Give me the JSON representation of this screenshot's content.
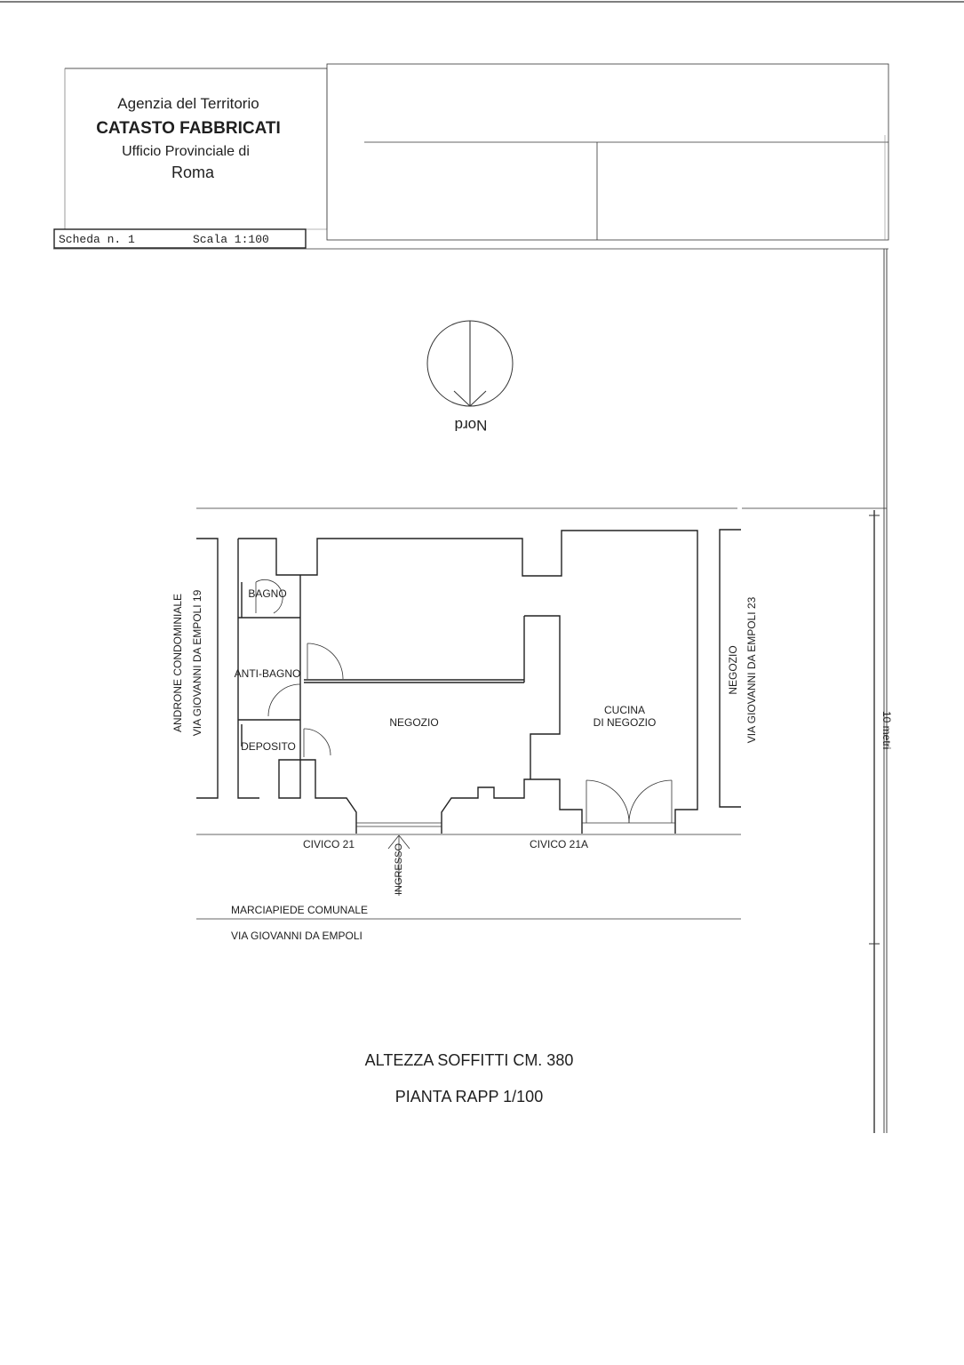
{
  "header": {
    "agency": "Agenzia del Territorio",
    "catasto": "CATASTO FABBRICATI",
    "office": "Ufficio Provinciale di",
    "city": "Roma",
    "scheda": "Scheda n. 1",
    "scala": "Scala 1:100"
  },
  "compass": {
    "label": "Nord"
  },
  "rooms": {
    "bagno": "BAGNO",
    "antibagno": "ANTI-BAGNO",
    "deposito": "DEPOSITO",
    "negozio": "NEGOZIO",
    "cucina_line1": "CUCINA",
    "cucina_line2": "DI NEGOZIO"
  },
  "surroundings": {
    "androne": "ANDRONE CONDOMINIALE",
    "via_left": "VIA GIOVANNI DA EMPOLI 19",
    "negozio_right": "NEGOZIO",
    "via_right": "VIA GIOVANNI DA EMPOLI 23",
    "civico21": "CIVICO 21",
    "civico21a": "CIVICO 21A",
    "ingresso": "INGRESSO",
    "marciapiede": "MARCIAPIEDE COMUNALE",
    "via_bottom": "VIA GIOVANNI DA EMPOLI"
  },
  "scale_bar": {
    "label": "10 metri"
  },
  "notes": {
    "altezza": "ALTEZZA SOFFITTI CM. 380",
    "pianta": "PIANTA RAPP 1/100"
  }
}
